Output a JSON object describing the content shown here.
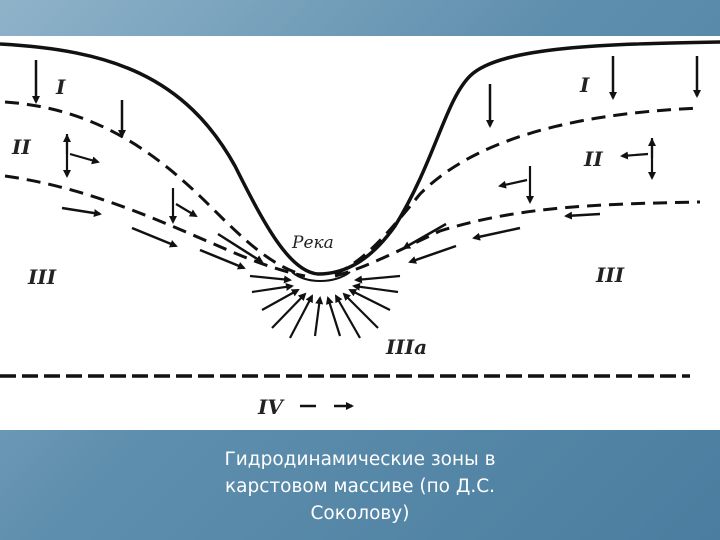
{
  "diagram": {
    "river_label": "Река",
    "zone_labels": {
      "zone1_left": "I",
      "zone1_right": "I",
      "zone2_left": "II",
      "zone2_right": "II",
      "zone3_left": "III",
      "zone3_right": "III",
      "zone3a": "IIIа",
      "zone4": "IV"
    }
  },
  "caption": "Гидродинамические зоны в карстовом массиве (по Д.С. Соколову)"
}
